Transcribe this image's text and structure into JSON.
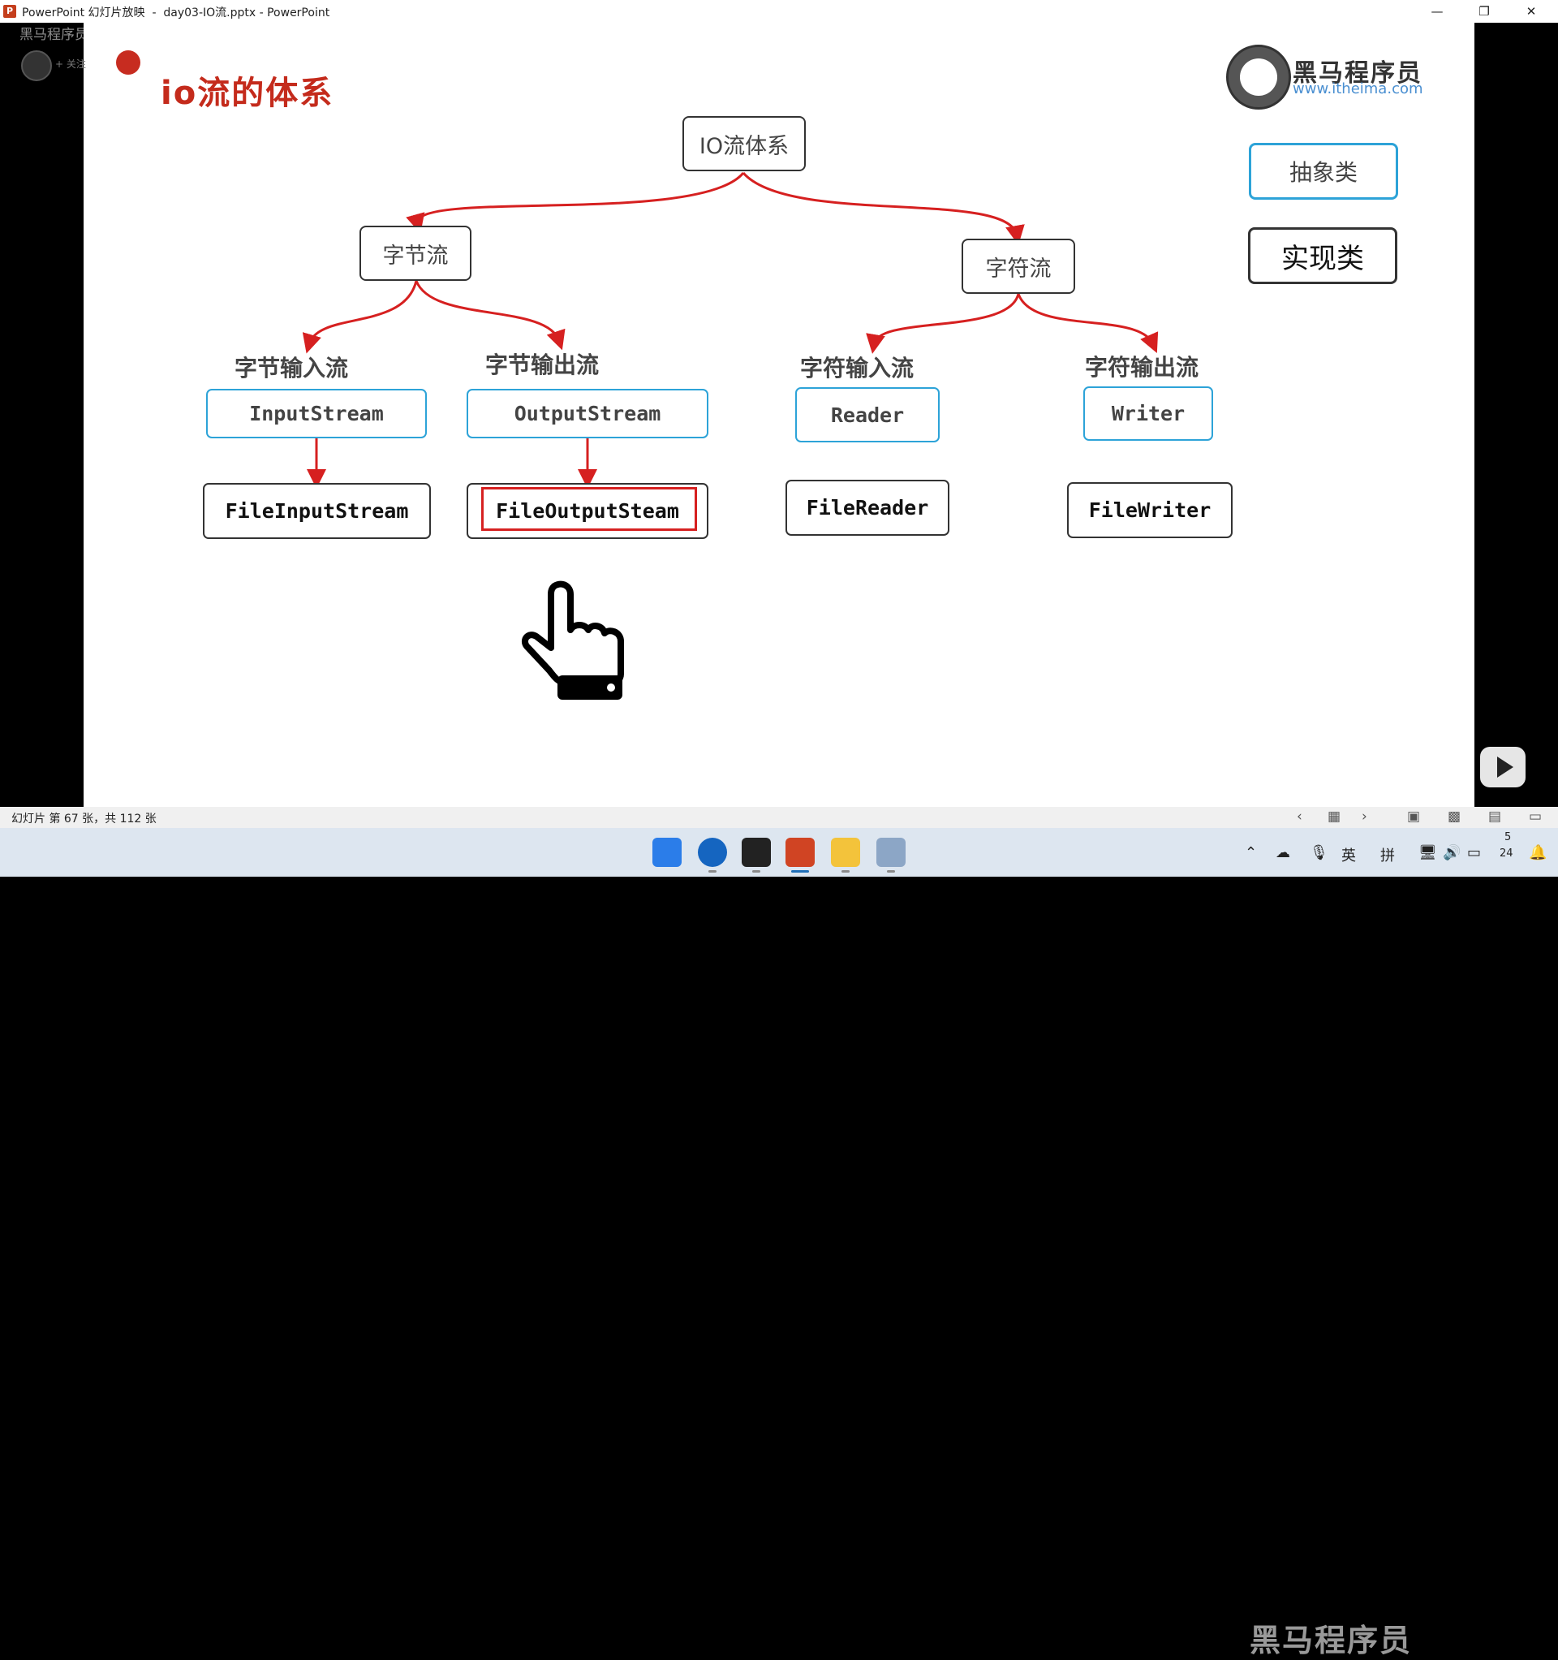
{
  "window": {
    "title": "PowerPoint 幻灯片放映  -  day03-IO流.pptx - PowerPoint",
    "icon_letter": "P",
    "controls": {
      "minimize": "—",
      "restore": "❐",
      "close": "✕"
    }
  },
  "overlay": {
    "video_title": "黑马程序员Java+AI智能辅助编程全套视频教程，java零基础入门到大牛一套通关",
    "follow_label": "+ 关注"
  },
  "slide": {
    "title": "io流的体系",
    "logo": {
      "name": "黑马程序员",
      "url": "www.itheima.com"
    },
    "root": "IO流体系",
    "byte_stream": "字节流",
    "char_stream": "字符流",
    "labels": {
      "byte_input": "字节输入流",
      "byte_output": "字节输出流",
      "char_input": "字符输入流",
      "char_output": "字符输出流"
    },
    "abstract_classes": {
      "input_stream": "InputStream",
      "output_stream": "OutputStream",
      "reader": "Reader",
      "writer": "Writer"
    },
    "impl_classes": {
      "file_input_stream": "FileInputStream",
      "file_output_stream": "FileOutputSteam",
      "file_reader": "FileReader",
      "file_writer": "FileWriter"
    },
    "legend": {
      "abstract": "抽象类",
      "implementation": "实现类"
    }
  },
  "statusbar": {
    "slide_info": "幻灯片 第 67 张，共 112 张",
    "watermark": "黑马程序员"
  },
  "taskbar": {
    "apps": [
      "windows-start-icon",
      "chat-app-icon",
      "intellij-idea-icon",
      "powerpoint-icon",
      "file-explorer-icon",
      "notepad-icon"
    ],
    "tray": {
      "ime_lang": "英",
      "ime_mode": "拼",
      "clock_line1": "5",
      "clock_line2": "24"
    }
  },
  "colors": {
    "accent_red": "#c42b1c",
    "arrow_red": "#d62020",
    "box_blue": "#2da3d8"
  }
}
